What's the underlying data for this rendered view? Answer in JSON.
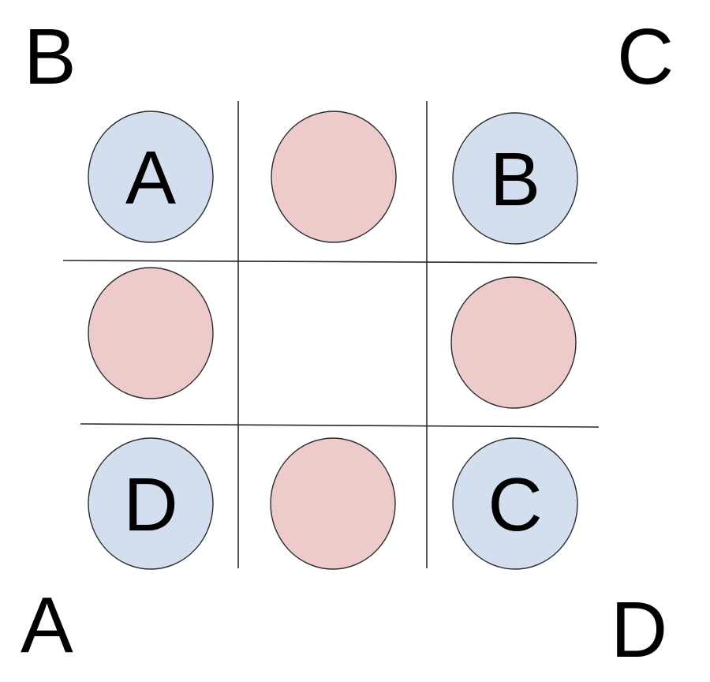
{
  "corners": {
    "top_left": "B",
    "top_right": "C",
    "bottom_left": "A",
    "bottom_right": "D"
  },
  "colors": {
    "corner_circle": "#d3dfef",
    "edge_circle": "#eccbca",
    "line": "#2b2b2b",
    "text": "#000000"
  },
  "cells": [
    {
      "row": 0,
      "col": 0,
      "kind": "corner",
      "label": "A"
    },
    {
      "row": 0,
      "col": 1,
      "kind": "edge",
      "label": ""
    },
    {
      "row": 0,
      "col": 2,
      "kind": "corner",
      "label": "B"
    },
    {
      "row": 1,
      "col": 0,
      "kind": "edge",
      "label": ""
    },
    {
      "row": 1,
      "col": 1,
      "kind": "empty",
      "label": ""
    },
    {
      "row": 1,
      "col": 2,
      "kind": "edge",
      "label": ""
    },
    {
      "row": 2,
      "col": 0,
      "kind": "corner",
      "label": "D"
    },
    {
      "row": 2,
      "col": 1,
      "kind": "edge",
      "label": ""
    },
    {
      "row": 2,
      "col": 2,
      "kind": "corner",
      "label": "C"
    }
  ]
}
